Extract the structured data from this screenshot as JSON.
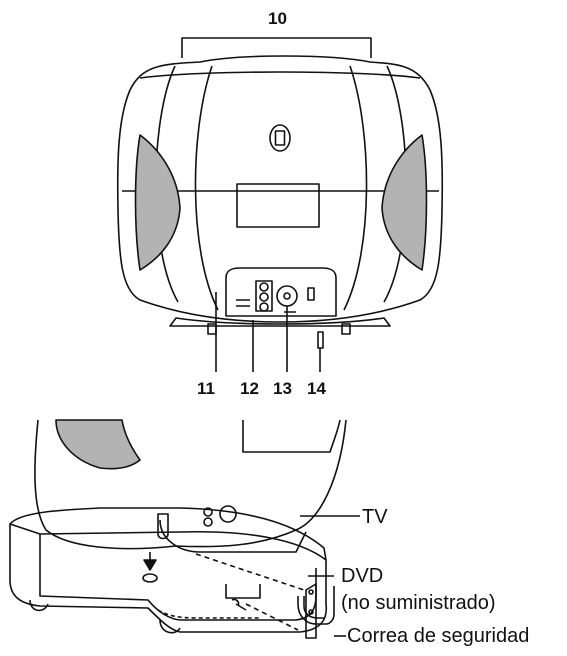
{
  "top_view": {
    "callouts": [
      {
        "id": "10",
        "label": "10"
      },
      {
        "id": "11",
        "label": "11"
      },
      {
        "id": "12",
        "label": "12"
      },
      {
        "id": "13",
        "label": "13"
      },
      {
        "id": "14",
        "label": "14"
      }
    ]
  },
  "assembly_view": {
    "labels": {
      "tv": "TV",
      "dvd": "DVD",
      "dvd_note": "(no suministrado)",
      "strap": "Correa de seguridad"
    }
  },
  "colors": {
    "line": "#111111",
    "side_panel": "#b3b3b3",
    "background": "#ffffff"
  }
}
